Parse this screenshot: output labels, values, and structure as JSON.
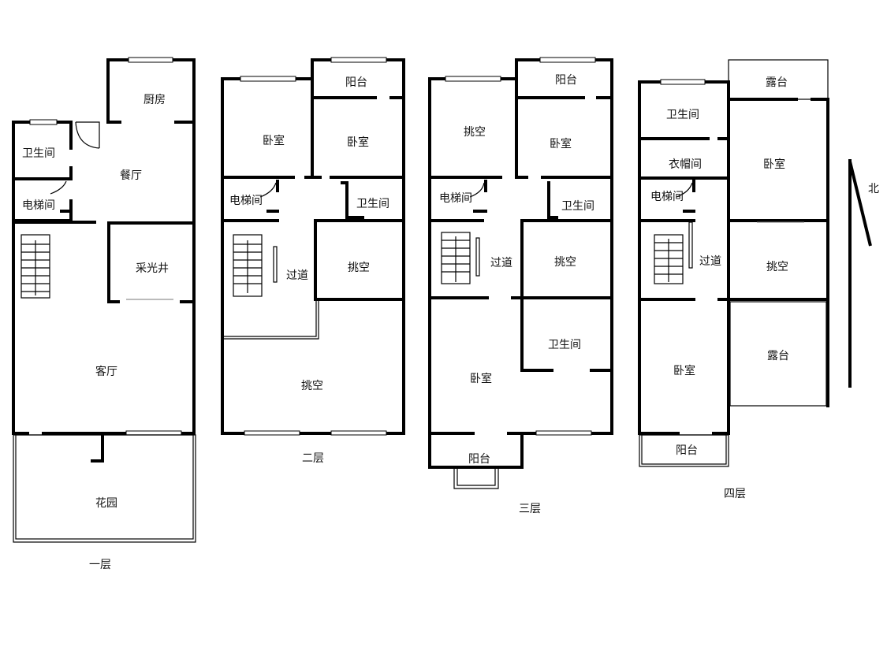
{
  "floors": {
    "f1": {
      "label": "一层",
      "rooms": {
        "kitchen": "厨房",
        "bath": "卫生间",
        "dining": "餐厅",
        "elevator": "电梯间",
        "lightwell": "采光井",
        "living": "客厅",
        "garden": "花园"
      }
    },
    "f2": {
      "label": "二层",
      "rooms": {
        "balcony": "阳台",
        "bedroom_a": "卧室",
        "bedroom_b": "卧室",
        "elevator": "电梯间",
        "bath": "卫生间",
        "corridor": "过道",
        "void_small": "挑空",
        "void_large": "挑空"
      }
    },
    "f3": {
      "label": "三层",
      "rooms": {
        "balcony_top": "阳台",
        "void_a": "挑空",
        "bedroom_a": "卧室",
        "elevator": "电梯间",
        "bath_a": "卫生间",
        "corridor": "过道",
        "void_b": "挑空",
        "bath_b": "卫生间",
        "bedroom_b": "卧室",
        "balcony_bottom": "阳台"
      }
    },
    "f4": {
      "label": "四层",
      "rooms": {
        "terrace_top": "露台",
        "bath": "卫生间",
        "closet": "衣帽间",
        "bedroom_a": "卧室",
        "elevator": "电梯间",
        "corridor": "过道",
        "void": "挑空",
        "terrace_mid": "露台",
        "bedroom_b": "卧室",
        "balcony": "阳台"
      }
    }
  },
  "compass": {
    "label": "北"
  }
}
